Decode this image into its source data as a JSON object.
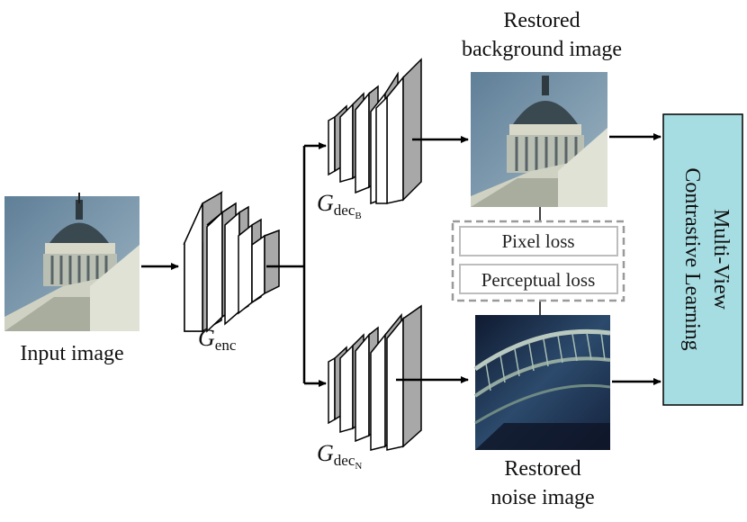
{
  "labels": {
    "input_image": "Input image",
    "restored_bg_line1": "Restored",
    "restored_bg_line2": "background image",
    "restored_noise_line1": "Restored",
    "restored_noise_line2": "noise image",
    "encoder_G": "G",
    "encoder_sub": "enc",
    "dec_b_G": "G",
    "dec_b_sub": "dec",
    "dec_b_subsub": "B",
    "dec_n_G": "G",
    "dec_n_sub": "dec",
    "dec_n_subsub": "N",
    "pixel_loss": "Pixel loss",
    "perceptual_loss": "Perceptual loss",
    "mvcl_line1": "Multi-View",
    "mvcl_line2": "Contrastive Learning"
  },
  "colors": {
    "sky": "#6f8fa6",
    "building": "#c9ccb8",
    "dome": "#3c4a52",
    "layer_front": "#ffffff",
    "layer_face": "#a8a8a8",
    "mvcl_fill": "#a6dde2",
    "loss_border": "#9a9a9a",
    "arrow": "#000000",
    "noise_dark": "#1c2c4a",
    "bridge": "#b9c9c0"
  }
}
